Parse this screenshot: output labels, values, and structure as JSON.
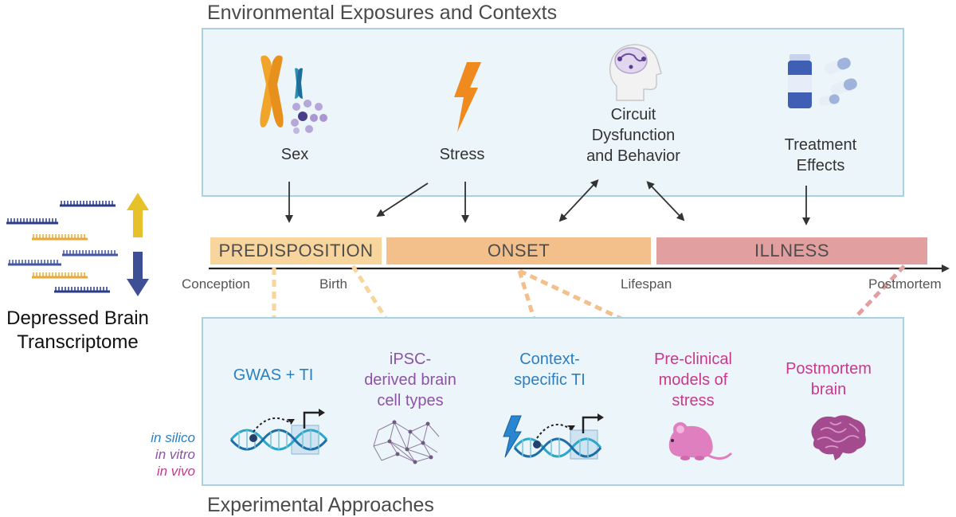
{
  "top_section": {
    "title": "Environmental Exposures and Contexts"
  },
  "factors": {
    "sex": "Sex",
    "stress": "Stress",
    "circuit": [
      "Circuit",
      "Dysfunction",
      "and Behavior"
    ],
    "treatment": [
      "Treatment",
      "Effects"
    ]
  },
  "phases": {
    "predisposition": "PREDISPOSITION",
    "onset": "ONSET",
    "illness": "ILLNESS"
  },
  "timeline": {
    "conception": "Conception",
    "birth": "Birth",
    "lifespan": "Lifespan",
    "postmortem": "Postmortem"
  },
  "transcriptome": {
    "label_line1": "Depressed Brain",
    "label_line2": "Transcriptome",
    "up_color": "#e6c12a",
    "down_color": "#3f4f96"
  },
  "bottom_section": {
    "title": "Experimental Approaches"
  },
  "approaches": {
    "gwas": "GWAS + TI",
    "ipsc": [
      "iPSC-",
      "derived brain",
      "cell types"
    ],
    "context": [
      "Context-",
      "specific TI"
    ],
    "preclinical": [
      "Pre-clinical",
      "models of",
      "stress"
    ],
    "postmortem": [
      "Postmortem",
      "brain"
    ]
  },
  "methods": {
    "silico": "in silico",
    "vitro": "in vitro",
    "vivo": "in vivo"
  },
  "colors": {
    "blue": "#2d7fc0",
    "purple": "#8e52a8",
    "magenta": "#c8388f",
    "predisposition": "#f8d59c",
    "onset": "#f3bf8b",
    "illness": "#e19f9f"
  }
}
